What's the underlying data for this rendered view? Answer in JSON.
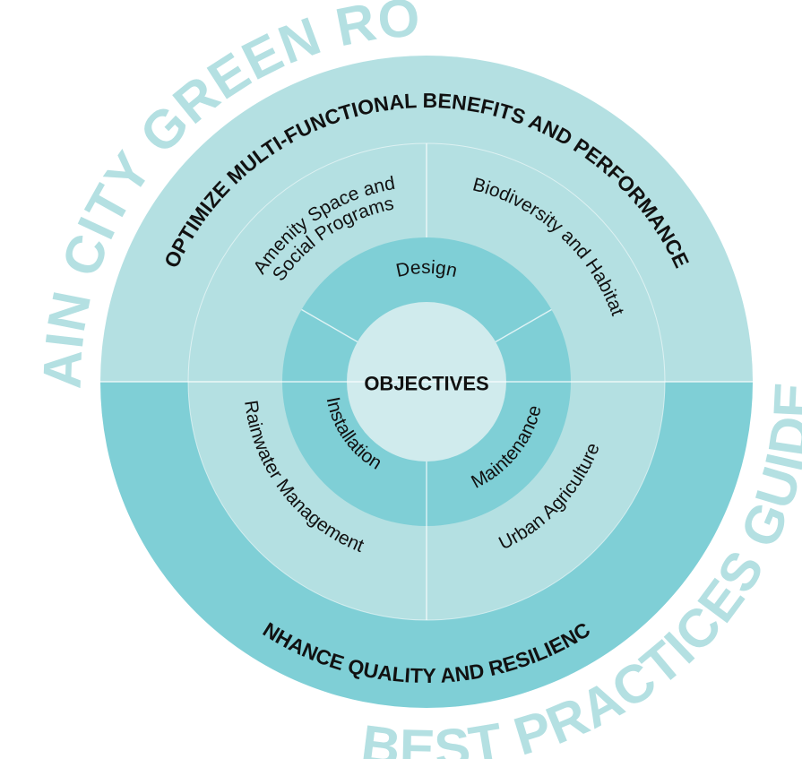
{
  "diagram": {
    "title_top": "RAIN CITY GREEN ROOF",
    "title_bottom": "BEST PRACTICES GUIDE",
    "center": {
      "label": "OBJECTIVES"
    },
    "outer_bands": [
      {
        "id": "top",
        "label": "OPTIMIZE MULTI-FUNCTIONAL BENEFITS AND PERFORMANCE"
      },
      {
        "id": "bottom",
        "label": "ENHANCE QUALITY AND RESILIENCE"
      }
    ],
    "middle_ring": [
      {
        "id": "amenity",
        "lines": [
          "Amenity Space and",
          "Social Programs"
        ]
      },
      {
        "id": "biodiversity",
        "lines": [
          "Biodiversity and Habitat"
        ]
      },
      {
        "id": "rainwater",
        "lines": [
          "Rainwater Management"
        ]
      },
      {
        "id": "agriculture",
        "lines": [
          "Urban Agriculture"
        ]
      }
    ],
    "inner_ring": [
      {
        "id": "design",
        "label": "Design"
      },
      {
        "id": "maintenance",
        "label": "Maintenance"
      },
      {
        "id": "installation",
        "label": "Installation"
      }
    ],
    "colors": {
      "light_teal": "#b4e0e2",
      "mid_teal": "#7fcfd6",
      "pale_center": "#d0ebed",
      "watermark": "#b4e0e2",
      "text": "#111111"
    }
  }
}
